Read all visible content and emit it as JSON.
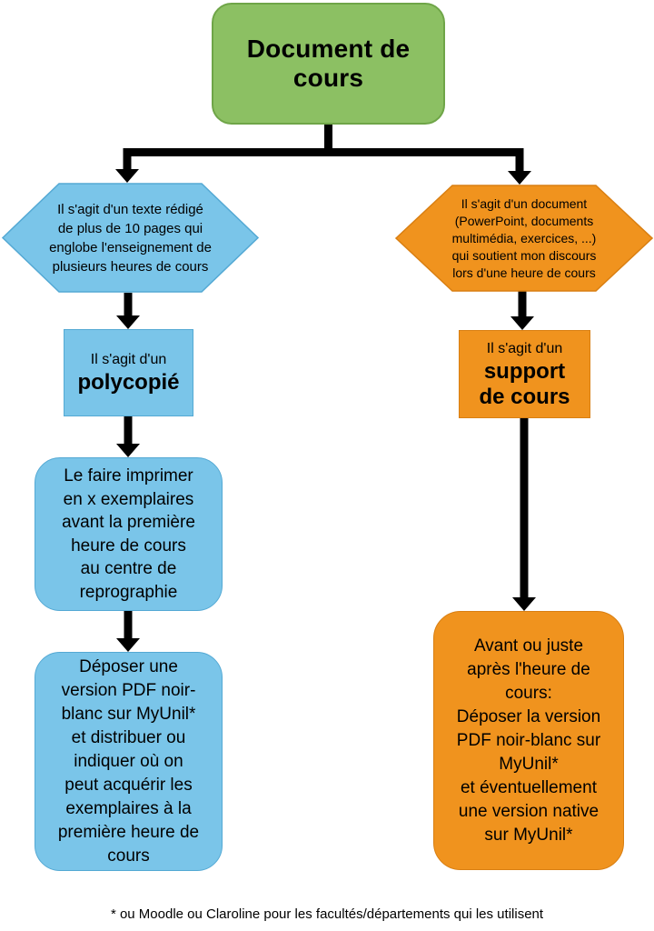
{
  "colors": {
    "green": "#8CC063",
    "green_border": "#6FA548",
    "blue": "#7AC5E9",
    "blue_border": "#54A9D4",
    "orange": "#F0931E",
    "orange_border": "#D97F12",
    "arrow": "#000000",
    "text": "#000000",
    "page_bg": "#FFFFFF"
  },
  "nodes": {
    "root": {
      "label": "Document de cours"
    },
    "left_condition": {
      "text": "Il s'agit d'un texte rédigé\nde plus de 10 pages qui\nenglobe l'enseignement de\nplusieurs heures de cours"
    },
    "left_type": {
      "intro": "Il s'agit d'un",
      "emphasis": "polycopié"
    },
    "left_step1": {
      "text": "Le faire imprimer\nen x exemplaires\navant la première\nheure de cours\nau centre de\nreprographie"
    },
    "left_step2": {
      "text": "Déposer une\nversion PDF noir-\nblanc sur MyUnil*\net distribuer ou\nindiquer où on\npeut acquérir les\nexemplaires à la\npremière heure de\ncours"
    },
    "right_condition": {
      "text": "Il s'agit d'un document\n(PowerPoint, documents\nmultimédia, exercices, ...)\nqui soutient mon discours\nlors d'une heure de cours"
    },
    "right_type": {
      "intro": "Il s'agit d'un",
      "emphasis": "support\nde cours"
    },
    "right_step1": {
      "text": "Avant ou juste\naprès l'heure de\ncours:\nDéposer la version\nPDF noir-blanc sur\nMyUnil*\net éventuellement\nune version native\nsur MyUnil*"
    }
  },
  "footnote": "* ou Moodle ou Claroline pour les facultés/départements qui les utilisent"
}
